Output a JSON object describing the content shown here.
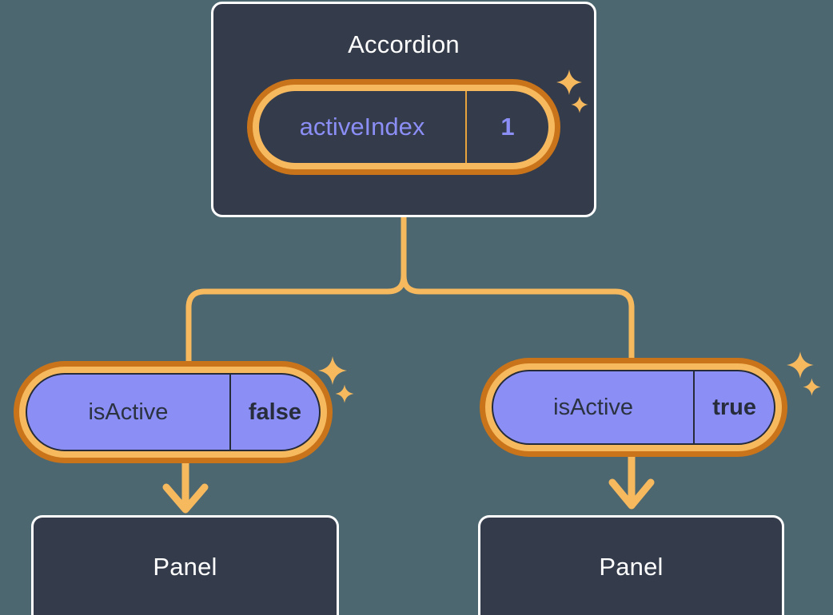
{
  "theme": {
    "background": "#4c6770",
    "card_fill": "#343b4a",
    "card_border": "#ffffff",
    "ring_outer": "#c9741a",
    "ring_inner": "#f7b95e",
    "connector": "#f7b95e",
    "pill_purple_fill": "#8b8ef5",
    "accent_text": "#8b8ef5",
    "dark_text": "#2b3240"
  },
  "diagram": {
    "type": "component-state-tree",
    "root": {
      "name": "accordion-card",
      "title": "Accordion",
      "state": {
        "key": "activeIndex",
        "value": "1",
        "highlighted": true,
        "sparkles": 2
      }
    },
    "branches": [
      {
        "name": "left-branch",
        "state": {
          "key": "isActive",
          "value": "false",
          "highlighted": true,
          "sparkles": 2
        },
        "child": {
          "name": "panel-card-left",
          "title": "Panel"
        }
      },
      {
        "name": "right-branch",
        "state": {
          "key": "isActive",
          "value": "true",
          "highlighted": true,
          "sparkles": 2
        },
        "child": {
          "name": "panel-card-right",
          "title": "Panel"
        }
      }
    ],
    "icons": {
      "sparkle": "sparkle-icon",
      "arrow": "arrow-down-icon"
    }
  }
}
